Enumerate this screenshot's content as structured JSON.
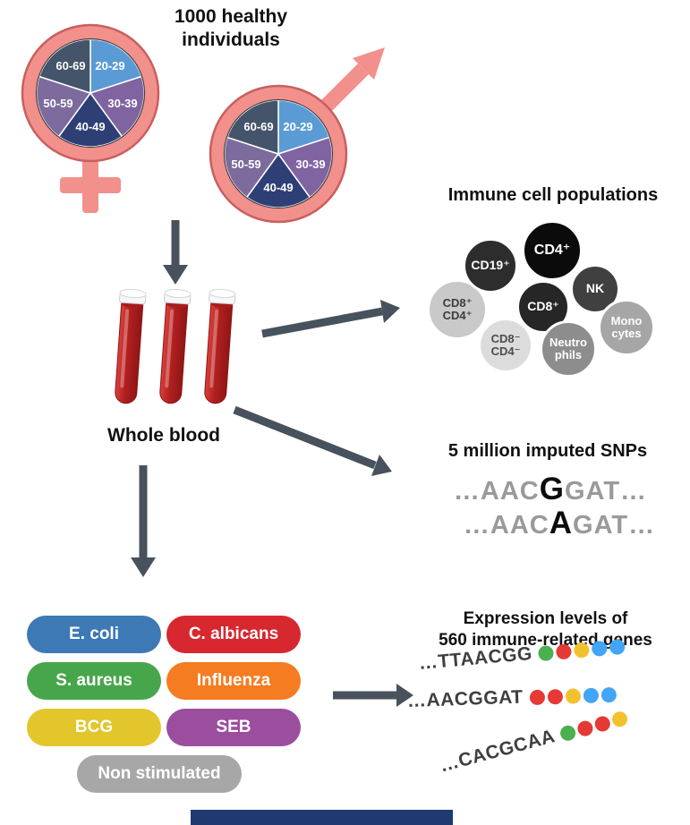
{
  "header": {
    "title": "1000 healthy individuals"
  },
  "gender": {
    "color": "#f2908c",
    "outline": "#c95f5f"
  },
  "age_pie": {
    "slices": [
      {
        "label": "20-29",
        "color": "#5b9bd5"
      },
      {
        "label": "30-39",
        "color": "#8064a2"
      },
      {
        "label": "40-49",
        "color": "#2e3f76"
      },
      {
        "label": "50-59",
        "color": "#7d6b9e"
      },
      {
        "label": "60-69",
        "color": "#44546a"
      }
    ]
  },
  "blood": {
    "label": "Whole blood",
    "tube_color": "#b11f1f"
  },
  "immune": {
    "title": "Immune cell populations",
    "cells": [
      {
        "label": "CD19⁺",
        "bg": "#2d2d2d",
        "fg": "#ffffff"
      },
      {
        "label": "CD4⁺",
        "bg": "#0b0b0b",
        "fg": "#ffffff"
      },
      {
        "label": "NK",
        "bg": "#404040",
        "fg": "#ffffff"
      },
      {
        "label": "CD8⁺",
        "bg": "#262626",
        "fg": "#ffffff"
      },
      {
        "label": "CD8⁺\nCD4⁺",
        "bg": "#c9c9c9",
        "fg": "#3c3c3c"
      },
      {
        "label": "Mono\ncytes",
        "bg": "#a6a6a6",
        "fg": "#ffffff"
      },
      {
        "label": "CD8⁻\nCD4⁻",
        "bg": "#dcdcdc",
        "fg": "#4c4c4c"
      },
      {
        "label": "Neutro\nphils",
        "bg": "#8d8d8d",
        "fg": "#ffffff"
      }
    ]
  },
  "snps": {
    "title": "5 million imputed SNPs",
    "sequences": [
      {
        "pre": "…AAC",
        "variant": "G",
        "post": "GAT…"
      },
      {
        "pre": "…AAC",
        "variant": "A",
        "post": "GAT…"
      }
    ]
  },
  "stimuli": {
    "items": [
      {
        "label": "E. coli",
        "color": "#3d7ab5"
      },
      {
        "label": "C. albicans",
        "color": "#d7282f"
      },
      {
        "label": "S. aureus",
        "color": "#47a64b"
      },
      {
        "label": "Influenza",
        "color": "#f57c21"
      },
      {
        "label": "BCG",
        "color": "#e2c62c"
      },
      {
        "label": "SEB",
        "color": "#9c4e9e"
      },
      {
        "label": "Non stimulated",
        "color": "#a7a7a7"
      }
    ]
  },
  "expression": {
    "title": "Expression levels of\n560 immune-related genes",
    "rows": [
      {
        "sequence": "…TTAACGG",
        "dots": [
          "#4caf50",
          "#e53935",
          "#f2c12e",
          "#42a5f5",
          "#42a5f5"
        ]
      },
      {
        "sequence": "…AACGGAT",
        "dots": [
          "#e53935",
          "#e53935",
          "#f2c12e",
          "#42a5f5",
          "#42a5f5"
        ]
      },
      {
        "sequence": "…CACGCAA",
        "dots": [
          "#4caf50",
          "#e53935",
          "#e53935",
          "#f2c12e"
        ]
      }
    ]
  },
  "arrow_color": "#47525c",
  "footer": {
    "color": "#1e3a70"
  }
}
